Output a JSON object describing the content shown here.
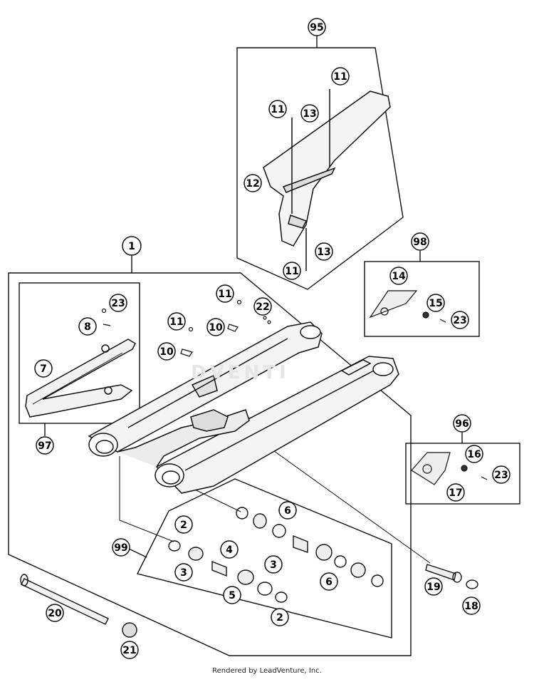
{
  "watermark": "DVENTI",
  "footer": "Rendered by LeadVenture, Inc.",
  "callouts": {
    "c95": "95",
    "c11a": "11",
    "c11b": "11",
    "c13a": "13",
    "c12": "12",
    "c13b": "13",
    "c11c": "11",
    "c1": "1",
    "c98": "98",
    "c14": "14",
    "c15": "15",
    "c23a": "23",
    "c23b": "23",
    "c8": "8",
    "c11d": "11",
    "c22": "22",
    "c11e": "11",
    "c10a": "10",
    "c10b": "10",
    "c7": "7",
    "c97": "97",
    "c96": "96",
    "c16": "16",
    "c23c": "23",
    "c17": "17",
    "c2a": "2",
    "c6a": "6",
    "c99": "99",
    "c4": "4",
    "c3a": "3",
    "c3b": "3",
    "c5": "5",
    "c6b": "6",
    "c2b": "2",
    "c19": "19",
    "c18": "18",
    "c20": "20",
    "c21": "21"
  }
}
